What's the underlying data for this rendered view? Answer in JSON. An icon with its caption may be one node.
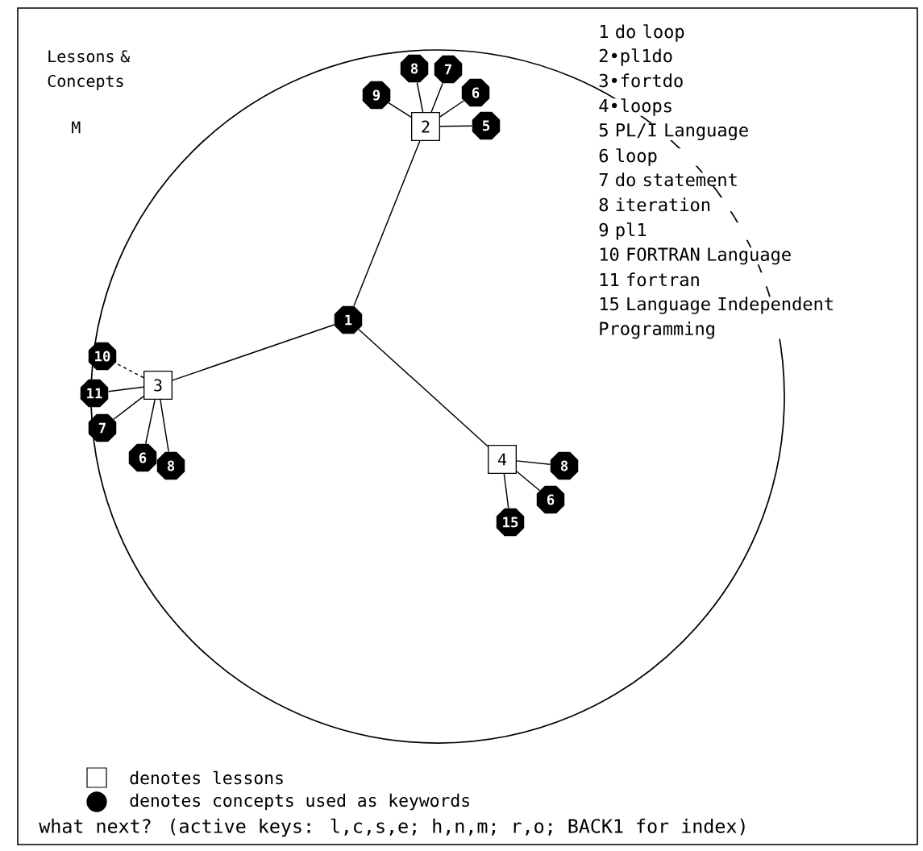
{
  "diagram": {
    "title": "Lessons & Concepts",
    "nodes": [
      {
        "text": [
          "1"
        ]
      },
      {
        "text": [
          "2"
        ]
      },
      {
        "text": [
          "9"
        ]
      },
      {
        "text": [
          "8"
        ]
      },
      {
        "text": [
          "7"
        ]
      },
      {
        "text": [
          "6"
        ]
      },
      {
        "text": [
          "5"
        ]
      },
      {
        "text": [
          "3"
        ]
      },
      {
        "text": [
          "10"
        ]
      },
      {
        "text": [
          "11"
        ]
      },
      {
        "text": [
          "7"
        ]
      },
      {
        "text": [
          "6"
        ]
      },
      {
        "text": [
          "8"
        ]
      },
      {
        "text": [
          "4"
        ]
      },
      {
        "text": [
          "8"
        ]
      },
      {
        "text": [
          "6"
        ]
      },
      {
        "text": [
          "15"
        ]
      }
    ],
    "edges": [
      {
        "from": 0,
        "to": 1,
        "arrow": "none"
      },
      {
        "from": 0,
        "to": 7,
        "arrow": "none"
      },
      {
        "from": 0,
        "to": 13,
        "arrow": "none"
      },
      {
        "from": 1,
        "to": 2,
        "arrow": "none"
      },
      {
        "from": 1,
        "to": 3,
        "arrow": "none"
      },
      {
        "from": 1,
        "to": 4,
        "arrow": "none"
      },
      {
        "from": 1,
        "to": 5,
        "arrow": "none"
      },
      {
        "from": 1,
        "to": 6,
        "arrow": "none"
      },
      {
        "from": 7,
        "to": 8,
        "arrow": "none",
        "style": "dashed"
      },
      {
        "from": 7,
        "to": 9,
        "arrow": "none"
      },
      {
        "from": 7,
        "to": 10,
        "arrow": "none"
      },
      {
        "from": 7,
        "to": 11,
        "arrow": "none"
      },
      {
        "from": 7,
        "to": 12,
        "arrow": "none"
      },
      {
        "from": 13,
        "to": 14,
        "arrow": "none"
      },
      {
        "from": 13,
        "to": 15,
        "arrow": "none"
      },
      {
        "from": 13,
        "to": 16,
        "arrow": "none"
      }
    ],
    "labels": [
      "1 do loop",
      "2•pl1do",
      "3•fortdo",
      "4•loops",
      "5 PL/I Language",
      "6 loop",
      "7 do statement",
      "8 iteration",
      "9 pl1",
      "10 FORTRAN Language",
      "11 fortran",
      "15 Language Independent Programming",
      "M",
      "what next? (active keys: l,c,s,e; h,n,m; r,o; BACK1 for index)"
    ],
    "legend": [
      {
        "text": "denotes lessons"
      },
      {
        "text": "denotes concepts used as keywords"
      }
    ]
  }
}
